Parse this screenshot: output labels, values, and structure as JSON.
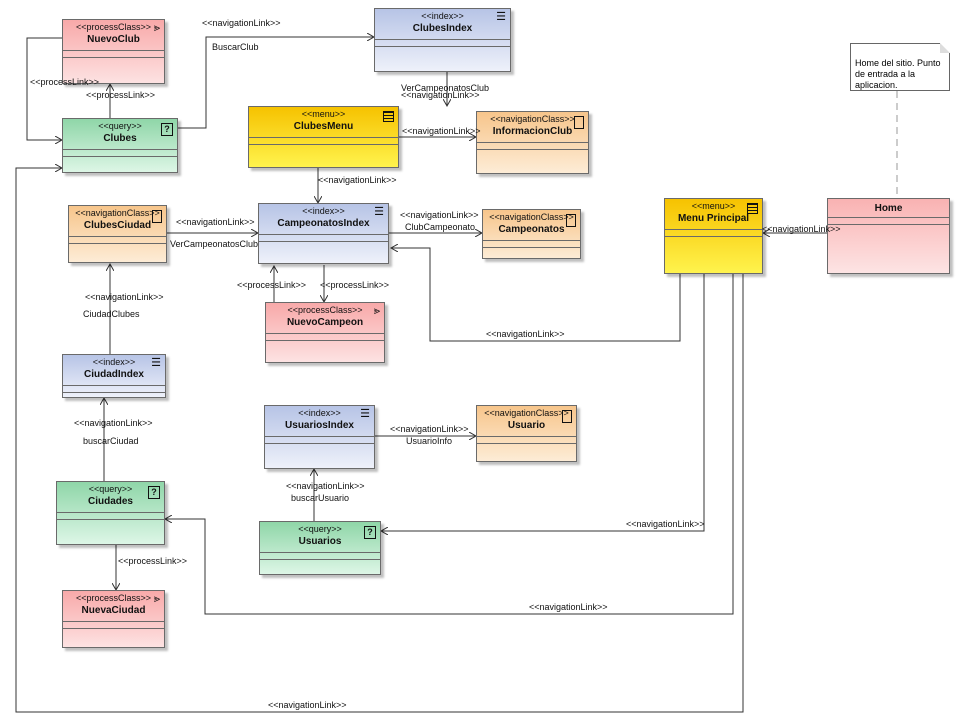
{
  "classes": {
    "nuevo_club": {
      "stereotype": "<<processClass>>",
      "name": "NuevoClub"
    },
    "clubes": {
      "stereotype": "<<query>>",
      "name": "Clubes"
    },
    "clubes_index": {
      "stereotype": "<<index>>",
      "name": "ClubesIndex"
    },
    "clubes_menu": {
      "stereotype": "<<menu>>",
      "name": "ClubesMenu"
    },
    "informacion_club": {
      "stereotype": "<<navigationClass>>",
      "name": "InformacionClub"
    },
    "clubes_ciudad": {
      "stereotype": "<<navigationClass>>",
      "name": "ClubesCiudad"
    },
    "campeonatos_index": {
      "stereotype": "<<index>>",
      "name": "CampeonatosIndex"
    },
    "campeonatos": {
      "stereotype": "<<navigationClass>>",
      "name": "Campeonatos"
    },
    "menu_principal": {
      "stereotype": "<<menu>>",
      "name": "Menu Principal"
    },
    "home": {
      "stereotype": "",
      "name": "Home"
    },
    "nuevo_campeon": {
      "stereotype": "<<processClass>>",
      "name": "NuevoCampeon"
    },
    "ciudad_index": {
      "stereotype": "<<index>>",
      "name": "CiudadIndex"
    },
    "usuarios_index": {
      "stereotype": "<<index>>",
      "name": "UsuariosIndex"
    },
    "usuario": {
      "stereotype": "<<navigationClass>>",
      "name": "Usuario"
    },
    "ciudades": {
      "stereotype": "<<query>>",
      "name": "Ciudades"
    },
    "usuarios": {
      "stereotype": "<<query>>",
      "name": "Usuarios"
    },
    "nueva_ciudad": {
      "stereotype": "<<processClass>>",
      "name": "NuevaCiudad"
    }
  },
  "note": {
    "text": "Home del sitio. Punto de entrada a la aplicacion."
  },
  "labels": {
    "nav_buscarclub": "<<navigationLink>>",
    "buscarclub": "BuscarClub",
    "process_nuevoclub": "<<processLink>>",
    "process_clubes": "<<processLink>>",
    "verCampeonatosClub1": "VerCampeonatosClub",
    "nav_menu_index": "<<navigationLink>>",
    "nav_infoclub": "<<navigationLink>>",
    "nav_menu_camp": "<<navigationLink>>",
    "nav_ciudad_camp": "<<navigationLink>>",
    "verCampeonatosClub2": "VerCampeonatosClub",
    "nav_camp_campeonatos": "<<navigationLink>>",
    "clubcampeonato": "ClubCampeonato",
    "nav_home": "<<navigationLink>>",
    "process_campeon1": "<<processLink>>",
    "process_campeon2": "<<processLink>>",
    "nav_ciudadclubes": "<<navigationLink>>",
    "ciudadclubes": "CiudadClubes",
    "nav_mp_campindex": "<<navigationLink>>",
    "nav_buscarciudad": "<<navigationLink>>",
    "buscarciudad": "buscarCiudad",
    "nav_usuarioinfo": "<<navigationLink>>",
    "usuarioinfo": "UsuarioInfo",
    "nav_buscarusuario": "<<navigationLink>>",
    "buscarusuario": "buscarUsuario",
    "nav_mp_usuarios": "<<navigationLink>>",
    "process_nuevaciudad": "<<processLink>>",
    "nav_mp_ciudades": "<<navigationLink>>",
    "nav_mp_clubes": "<<navigationLink>>"
  }
}
